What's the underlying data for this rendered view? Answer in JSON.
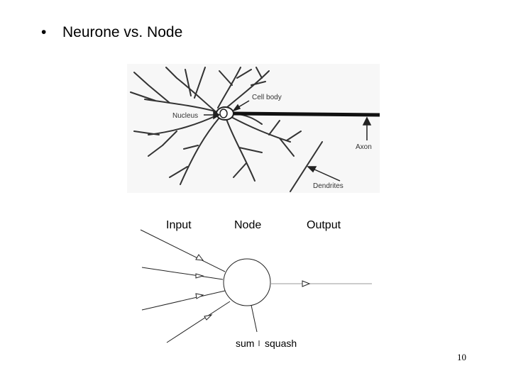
{
  "slide": {
    "bullet": "•",
    "title": "Neurone vs. Node",
    "page_number": "10"
  },
  "neuron_labels": {
    "cell_body": "Cell body",
    "nucleus": "Nucleus",
    "axon": "Axon",
    "dendrites": "Dendrites"
  },
  "node_diagram": {
    "input": "Input",
    "node": "Node",
    "output": "Output",
    "sum": "sum",
    "squash": "squash"
  }
}
